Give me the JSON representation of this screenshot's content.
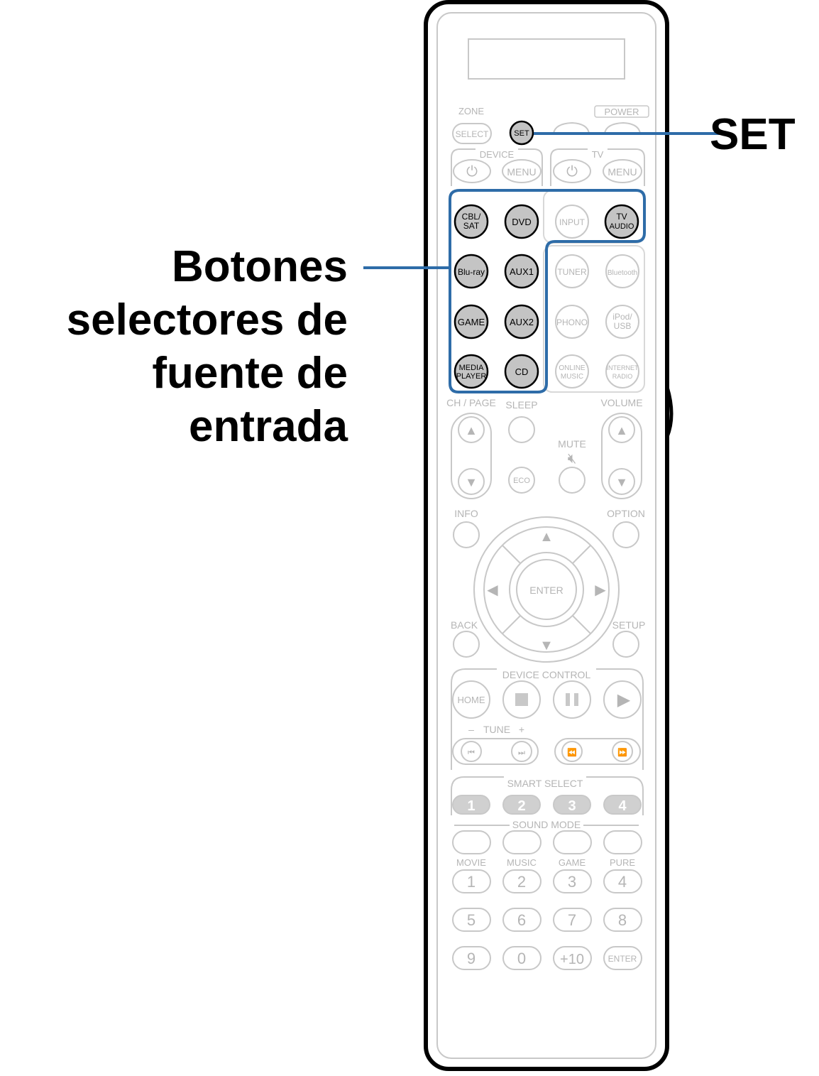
{
  "callouts": {
    "set": "SET",
    "source_buttons": [
      "Botones",
      "selectores de",
      "fuente de",
      "entrada"
    ]
  },
  "colors": {
    "highlight": "#2e6ca8",
    "active_button": "#c4c4c4",
    "inactive": "#c8c8c8",
    "body_outline": "#000000"
  },
  "remote": {
    "top_labels": {
      "zone": "ZONE",
      "power": "POWER",
      "device": "DEVICE",
      "tv": "TV"
    },
    "zone_select": "SELECT",
    "set_button": "SET",
    "device_menu": "MENU",
    "tv_menu": "MENU",
    "source_buttons": [
      "CBL/SAT",
      "DVD",
      "Blu-ray",
      "AUX1",
      "GAME",
      "AUX2",
      "MEDIA PLAYER",
      "CD",
      "TV AUDIO"
    ],
    "other_sources": [
      "INPUT",
      "TUNER",
      "Bluetooth",
      "PHONO",
      "iPod/USB",
      "ONLINE MUSIC",
      "INTERNET RADIO"
    ],
    "row_labels": {
      "ch_page": "CH / PAGE",
      "sleep": "SLEEP",
      "volume": "VOLUME",
      "mute": "MUTE",
      "eco": "ECO"
    },
    "nav": {
      "info": "INFO",
      "option": "OPTION",
      "enter": "ENTER",
      "back": "BACK",
      "setup": "SETUP"
    },
    "device_control": {
      "title": "DEVICE CONTROL",
      "home": "HOME",
      "tune": "TUNE",
      "minus": "–",
      "plus": "+"
    },
    "smart_select": {
      "title": "SMART SELECT",
      "buttons": [
        "1",
        "2",
        "3",
        "4"
      ]
    },
    "sound_mode": {
      "title": "SOUND MODE",
      "labels": [
        "MOVIE",
        "MUSIC",
        "GAME",
        "PURE"
      ]
    },
    "numpad": [
      "1",
      "2",
      "3",
      "4",
      "5",
      "6",
      "7",
      "8",
      "9",
      "0",
      "+10",
      "ENTER"
    ]
  }
}
